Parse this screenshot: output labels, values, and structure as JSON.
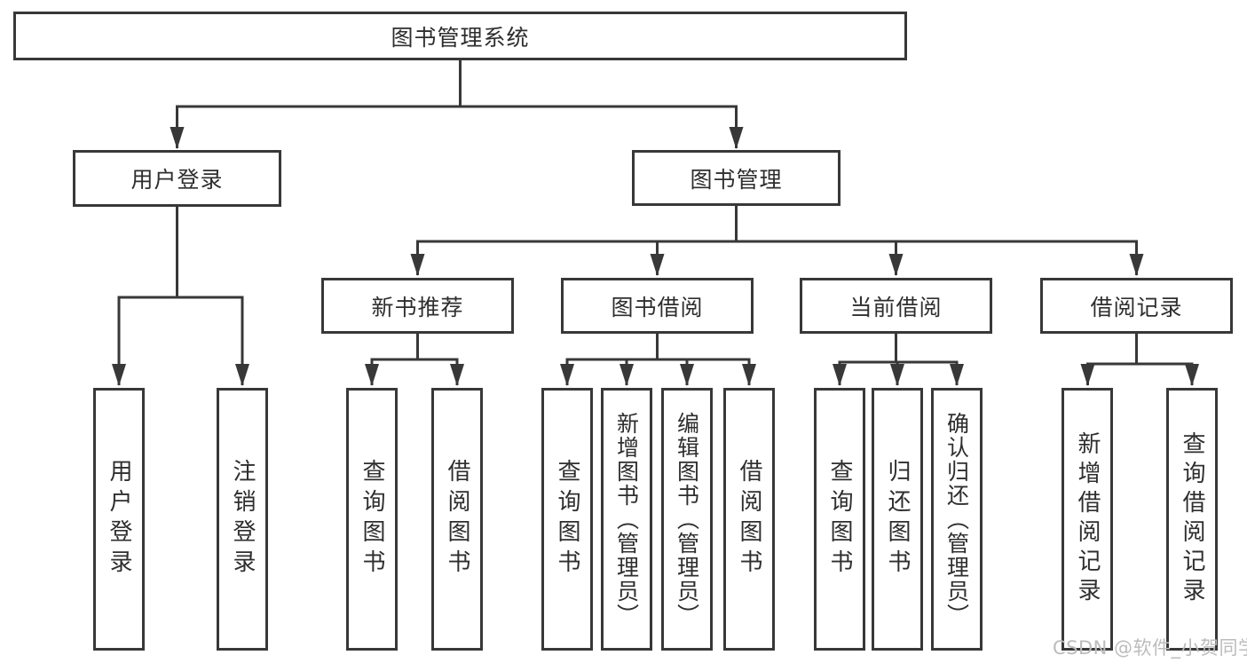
{
  "canvas": {
    "background": "#ffffff",
    "line_color": "#383838",
    "box_border_color": "#383838",
    "text_color": "#2e2e2e",
    "watermark_color": "#bcbcbc"
  },
  "tree": {
    "label": "图书管理系统",
    "children": [
      {
        "label": "用户登录",
        "children": [
          {
            "label": "用户登录"
          },
          {
            "label": "注销登录"
          }
        ]
      },
      {
        "label": "图书管理",
        "children": [
          {
            "label": "新书推荐",
            "children": [
              {
                "label": "查询图书"
              },
              {
                "label": "借阅图书"
              }
            ]
          },
          {
            "label": "图书借阅",
            "children": [
              {
                "label": "查询图书"
              },
              {
                "label": "新增图书（管理员）"
              },
              {
                "label": "编辑图书（管理员）"
              },
              {
                "label": "借阅图书"
              }
            ]
          },
          {
            "label": "当前借阅",
            "children": [
              {
                "label": "查询图书"
              },
              {
                "label": "归还图书"
              },
              {
                "label": "确认归还（管理员）"
              }
            ]
          },
          {
            "label": "借阅记录",
            "children": [
              {
                "label": "新增借阅记录"
              },
              {
                "label": "查询借阅记录"
              }
            ]
          }
        ]
      }
    ]
  },
  "watermark": {
    "text": "CSDN @软件_小贺同学"
  }
}
